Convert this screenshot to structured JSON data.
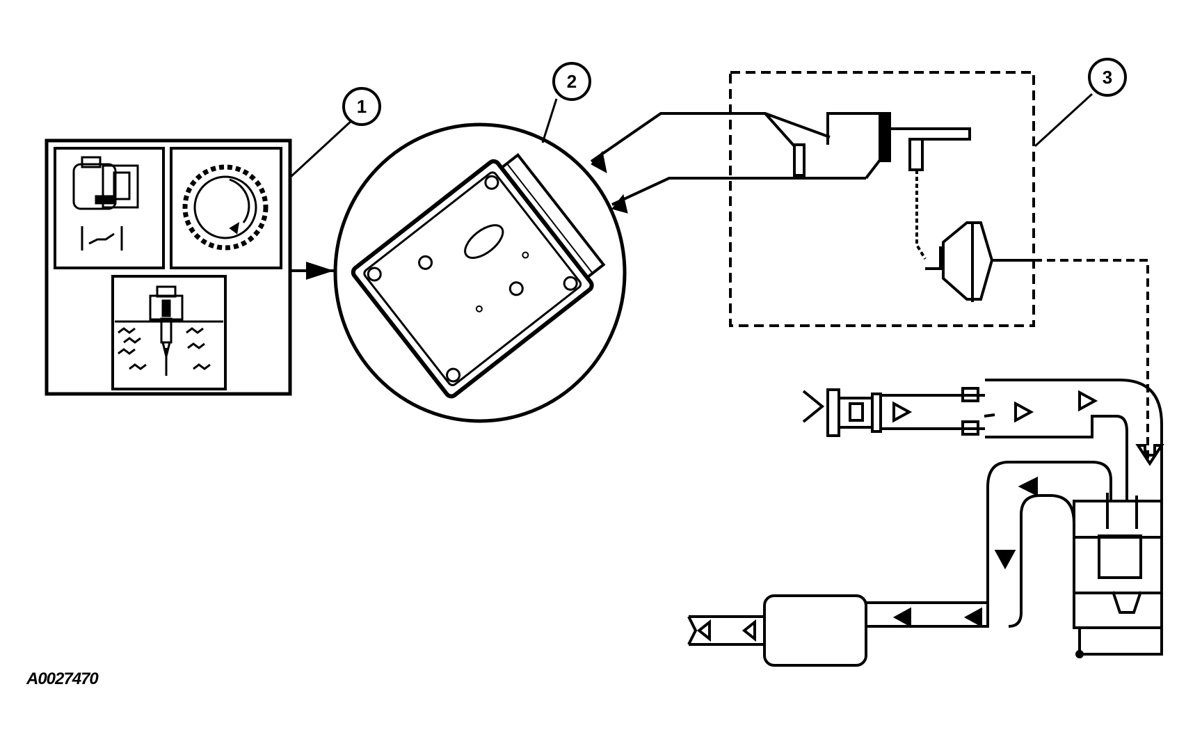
{
  "callouts": [
    {
      "id": "callout-1",
      "label": "1"
    },
    {
      "id": "callout-2",
      "label": "2"
    },
    {
      "id": "callout-3",
      "label": "3"
    }
  ],
  "figure_id": "A0027470"
}
